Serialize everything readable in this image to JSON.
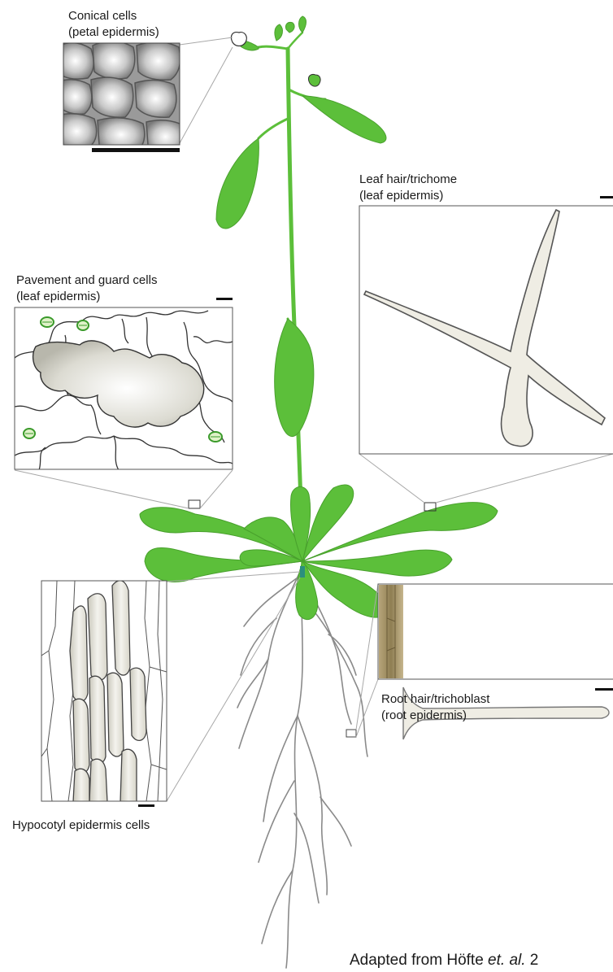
{
  "labels": {
    "conical_title": "Conical cells",
    "conical_sub": "(petal epidermis)",
    "trichome_title": "Leaf hair/trichome",
    "trichome_sub": "(leaf epidermis)",
    "pavement_title": "Pavement and guard cells",
    "pavement_sub": "(leaf epidermis)",
    "hypocotyl_title": "Hypocotyl epidermis cells",
    "roothair_title": "Root hair/trichoblast",
    "roothair_sub": "(root epidermis)"
  },
  "credit": {
    "prefix": "Adapted from Höfte",
    "italic": "et. al.",
    "suffix": " 2"
  },
  "colors": {
    "leaf_green": "#5cbf3a",
    "leaf_dark": "#3f9a2a",
    "cell_fill": "#e9e7de",
    "root_gray": "#8a8a8a"
  }
}
